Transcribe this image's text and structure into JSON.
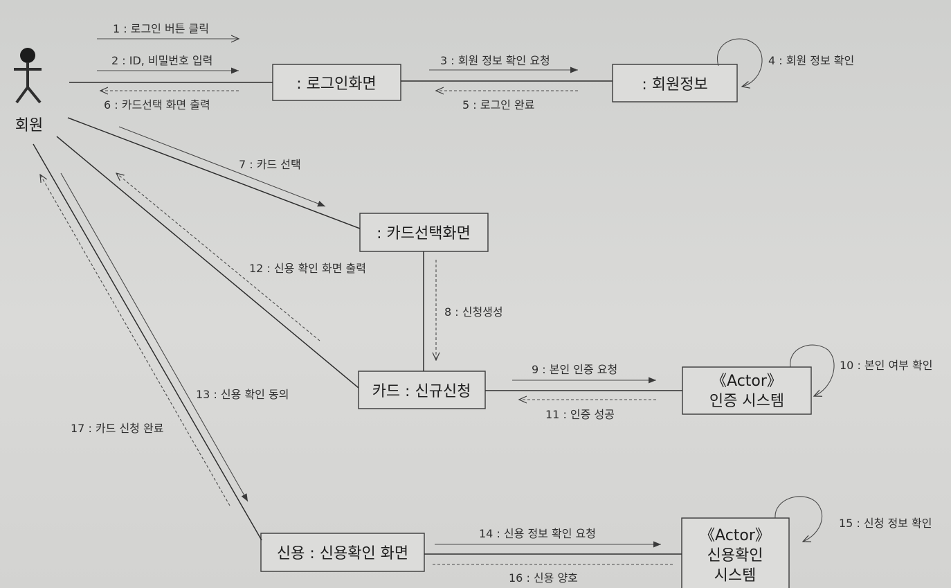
{
  "actor": {
    "name": "회원"
  },
  "objects": {
    "login_screen": ": 로그인화면",
    "member_info": ": 회원정보",
    "card_select_screen": ": 카드선택화면",
    "card_new_application": "카드 : 신규신청",
    "auth_system": {
      "stereotype": "《Actor》",
      "name": "인증 시스템"
    },
    "credit_screen": "신용 : 신용확인 화면",
    "credit_system": {
      "stereotype": "《Actor》",
      "name_line1": "신용확인",
      "name_line2": "시스템"
    }
  },
  "messages": {
    "m1": "1 : 로그인 버튼 클릭",
    "m2": "2 : ID, 비밀번호 입력",
    "m3": "3 : 회원 정보 확인 요청",
    "m4": "4 : 회원 정보 확인",
    "m5": "5 : 로그인 완료",
    "m6": "6 : 카드선택 화면 출력",
    "m7": "7 : 카드 선택",
    "m8": "8 : 신청생성",
    "m9": "9 : 본인 인증 요청",
    "m10": "10 : 본인 여부 확인",
    "m11": "11 : 인증 성공",
    "m12": "12 : 신용 확인 화면 출력",
    "m13": "13 : 신용 확인 동의",
    "m14": "14 : 신용 정보 확인 요청",
    "m15": "15 : 신청 정보 확인",
    "m16": "16 : 신용 양호",
    "m17": "17 : 카드 신청 완료"
  }
}
